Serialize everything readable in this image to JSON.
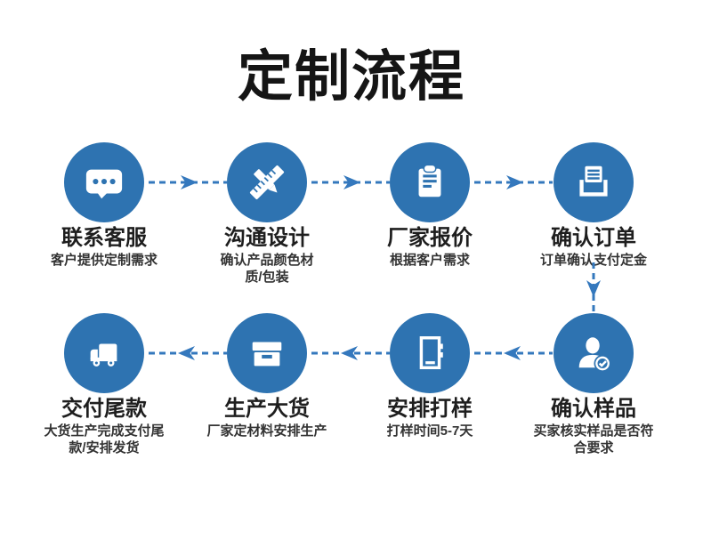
{
  "page": {
    "title": "定制流程",
    "background": "#ffffff"
  },
  "colors": {
    "circle_blue": "#2e73b1",
    "arrow_blue": "#3478bd",
    "title_color": "#151515",
    "step_title_color": "#1e1e1e",
    "subtitle_color": "#333333",
    "icon_color": "#ffffff"
  },
  "steps": [
    {
      "order": 1,
      "icon": "chat-bubble-icon",
      "title": "联系客服",
      "subtitle_lines": {
        "0": "客户提供定制需求"
      }
    },
    {
      "order": 2,
      "icon": "ruler-pencil-icon",
      "title": "沟通设计",
      "subtitle_lines": {
        "0": "确认产品颜色材",
        "1": "质/包装"
      }
    },
    {
      "order": 3,
      "icon": "clipboard-icon",
      "title": "厂家报价",
      "subtitle_lines": {
        "0": "根据客户需求"
      }
    },
    {
      "order": 4,
      "icon": "order-inbox-icon",
      "title": "确认订单",
      "subtitle_lines": {
        "0": "订单确认支付定金"
      }
    },
    {
      "order": 5,
      "icon": "user-check-icon",
      "title": "确认样品",
      "subtitle_lines": {
        "0": "买家核实样品是否符",
        "1": "合要求"
      }
    },
    {
      "order": 6,
      "icon": "sample-phone-icon",
      "title": "安排打样",
      "subtitle_lines": {
        "0": "打样时间5-7天"
      }
    },
    {
      "order": 7,
      "icon": "storage-box-icon",
      "title": "生产大货",
      "subtitle_lines": {
        "0": "厂家定材料安排生产"
      }
    },
    {
      "order": 8,
      "icon": "truck-icon",
      "title": "交付尾款",
      "subtitle_lines": {
        "0": "大货生产完成支付尾",
        "1": "款/安排发货"
      }
    }
  ],
  "flow": {
    "row1_direction": "left-to-right",
    "row2_direction": "right-to-left",
    "connector_style": "dashed-arrow"
  }
}
